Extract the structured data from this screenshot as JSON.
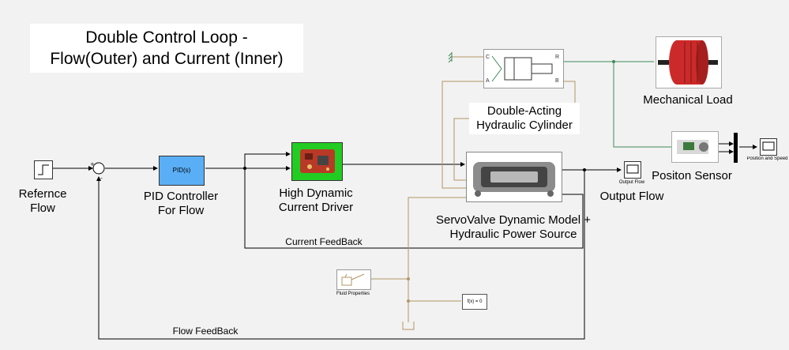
{
  "title": {
    "line1": "Double Control Loop -",
    "line2": "Flow(Outer) and Current (Inner)"
  },
  "blocks": {
    "reference": {
      "label1": "Refernce",
      "label2": "Flow"
    },
    "pid": {
      "text": "PID(s)",
      "label1": "PID Controller",
      "label2": "For Flow"
    },
    "driver": {
      "label1": "High Dynamic",
      "label2": "Current Driver"
    },
    "servo": {
      "label1": "ServoValve Dynamic Model +",
      "label2": "Hydraulic Power Source"
    },
    "cylinder": {
      "label1": "Double-Acting",
      "label2": "Hydraulic Cylinder",
      "port_c": "C",
      "port_r": "R",
      "port_a": "A",
      "port_b": "B"
    },
    "load": {
      "label": "Mechanical Load"
    },
    "sensor": {
      "label": "Positon Sensor"
    },
    "scope_flow": {
      "small": "Output Flow",
      "label": "Output Flow"
    },
    "scope_pos": {
      "small": "Position and Speed"
    },
    "fluid": {
      "small": "Fluid Properties"
    },
    "solver": {
      "text": "f(x) = 0"
    }
  },
  "signals": {
    "current_feedback": "Current FeedBack",
    "flow_feedback": "Flow FeedBack"
  },
  "colors": {
    "signal": "#000000",
    "hydraulic": "#b39764",
    "mechanical": "#3f8a5a",
    "pid_fill": "#5aaef5",
    "driver_fill": "#22cc22",
    "load_red": "#cc2a2a"
  }
}
